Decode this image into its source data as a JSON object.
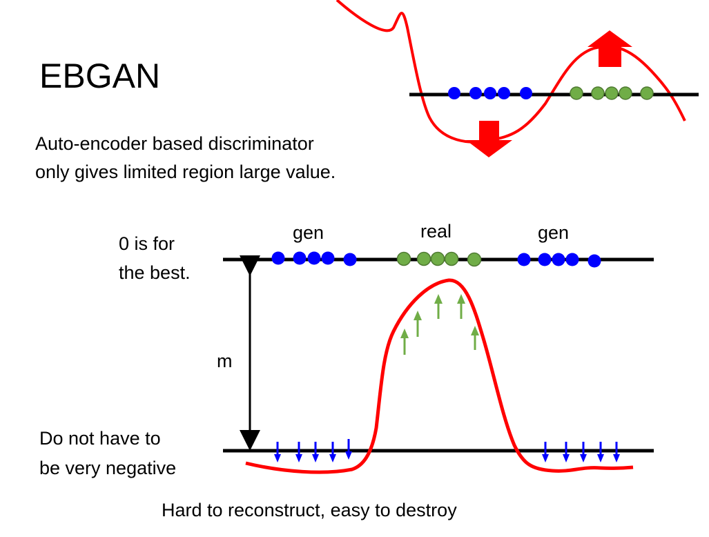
{
  "title": "EBGAN",
  "description": {
    "line1": "Auto-encoder based discriminator",
    "line2": "only gives limited region large value."
  },
  "labels": {
    "gen_left": "gen",
    "real": "real",
    "gen_right": "gen",
    "best_line1": "0 is for",
    "best_line2": "the best.",
    "margin": "m",
    "negative_line1": "Do not have to",
    "negative_line2": "be very negative",
    "caption": "Hard to reconstruct, easy to destroy"
  },
  "colors": {
    "generated": "#0000ff",
    "real": "#70ad47",
    "curve": "#ff0000",
    "axis": "#000000"
  }
}
